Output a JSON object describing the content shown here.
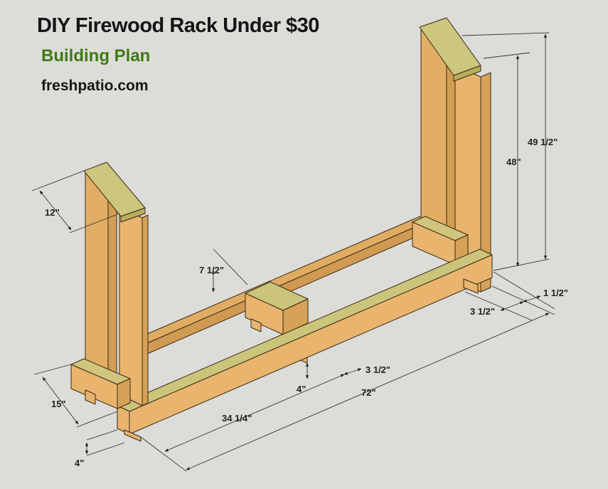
{
  "header": {
    "title": "DIY Firewood Rack Under $30",
    "subtitle": "Building Plan",
    "site": "freshpatio.com"
  },
  "dimensions": {
    "depth_top": "12\"",
    "height_inner": "48\"",
    "height_total": "49 1/2\"",
    "foot_height": "7 1/2\"",
    "post_thick": "1 1/2\"",
    "post_width": "3 1/2\"",
    "mid_gap": "3 1/2\"",
    "mid_leg": "4\"",
    "length": "72\"",
    "half_length": "34 1/4\"",
    "base_depth": "15\"",
    "leg_height": "4\""
  },
  "colors": {
    "background": "#dcdcd9",
    "wood_face": "#e8b46e",
    "wood_side": "#d6a258",
    "end_grain": "#cbc57c",
    "accent": "#3f7a12"
  }
}
